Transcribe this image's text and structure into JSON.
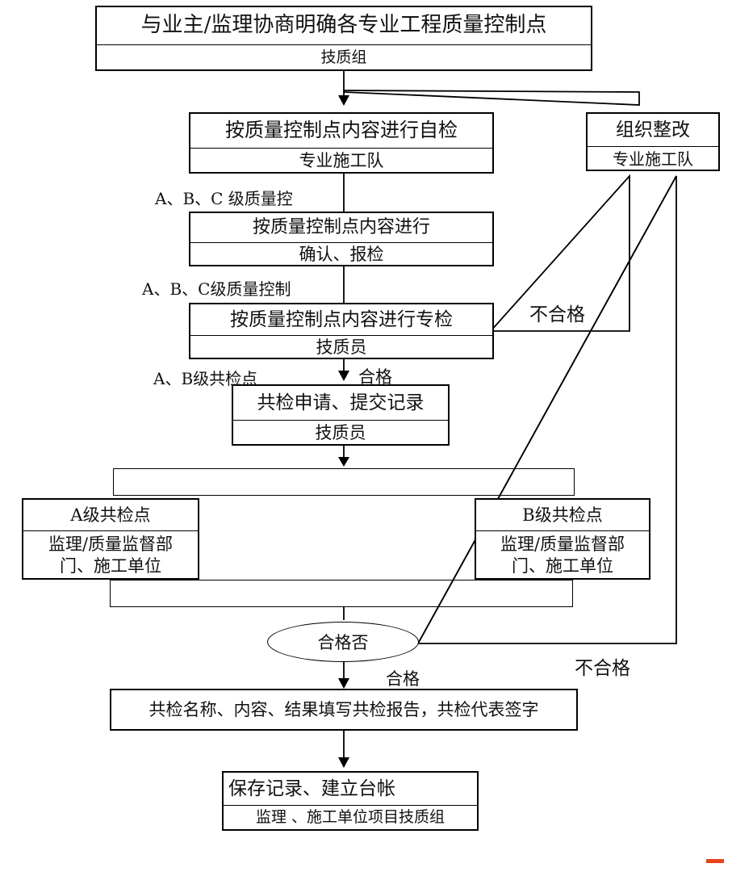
{
  "nodes": {
    "top": {
      "title": "与业主/监理协商明确各专业工程质量控制点",
      "sub": "技质组"
    },
    "self_check": {
      "title": "按质量控制点内容进行自检",
      "sub": "专业施工队"
    },
    "rectify": {
      "title": "组织整改",
      "sub": "专业施工队"
    },
    "confirm": {
      "title": "按质量控制点内容进行",
      "sub": "确认、报检"
    },
    "special": {
      "title": "按质量控制点内容进行专检",
      "sub": "技质员"
    },
    "joint_apply": {
      "title": "共检申请、提交记录",
      "sub": "技质员"
    },
    "a_level": {
      "title": "A级共检点",
      "sub1": "监理/质量监督部",
      "sub2": "门、施工单位"
    },
    "b_level": {
      "title": "B级共检点",
      "sub1": "监理/质量监督部",
      "sub2": "门、施工单位"
    },
    "decision": {
      "text": "合格否"
    },
    "report": {
      "text": "共检名称、内容、结果填写共检报告，共检代表签字"
    },
    "archive": {
      "title": "保存记录、建立台帐",
      "sub": "监理 、施工单位项目技质组"
    }
  },
  "labels": {
    "abc_1": "A、B、C 级质量控",
    "abc_2": "A、B、C级质量控制",
    "ab_joint": "A、B级共检点",
    "pass_1": "合格",
    "fail_1": "不合格",
    "fail_2": "不合格",
    "pass_2": "合格"
  }
}
